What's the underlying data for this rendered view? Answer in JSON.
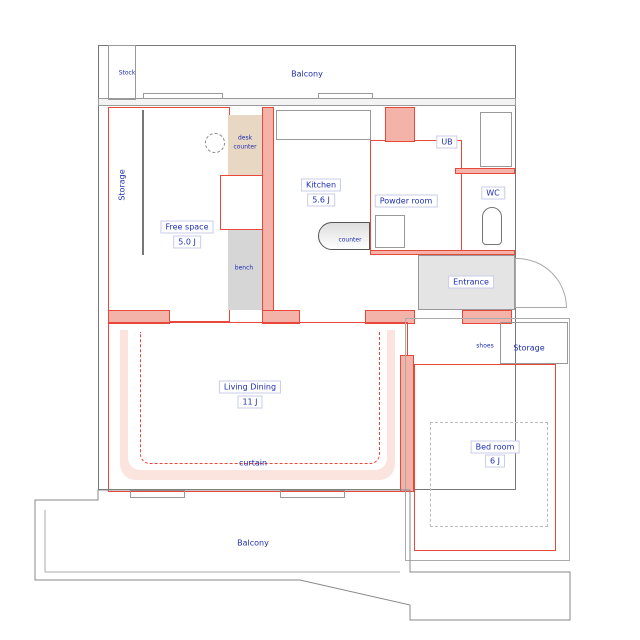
{
  "plan": {
    "colors": {
      "wall": "#e8473a",
      "wall_fill": "#f4b3a8",
      "label": "#1f2fb0",
      "desk": "#e8d7c3",
      "bench": "#d6d6d6",
      "entrance": "#e4e4e4"
    },
    "labels": {
      "stock": "Stock",
      "balcony_top": "Balcony",
      "ub": "UB",
      "wc": "WC",
      "kitchen": "Kitchen",
      "kitchen_size": "5.6 J",
      "powder_room": "Powder room",
      "counter": "counter",
      "desk_counter_1": "desk",
      "desk_counter_2": "counter",
      "free_space": "Free space",
      "free_space_size": "5.0 J",
      "storage_left": "Storage",
      "bench": "bench",
      "entrance": "Entrance",
      "shoes": "shoes",
      "storage_right": "Storage",
      "living_dining": "Living Dining",
      "living_dining_size": "11 J",
      "curtain": "curtain",
      "bed_room": "Bed room",
      "bed_room_size": "6 J",
      "balcony_bottom": "Balcony"
    }
  }
}
